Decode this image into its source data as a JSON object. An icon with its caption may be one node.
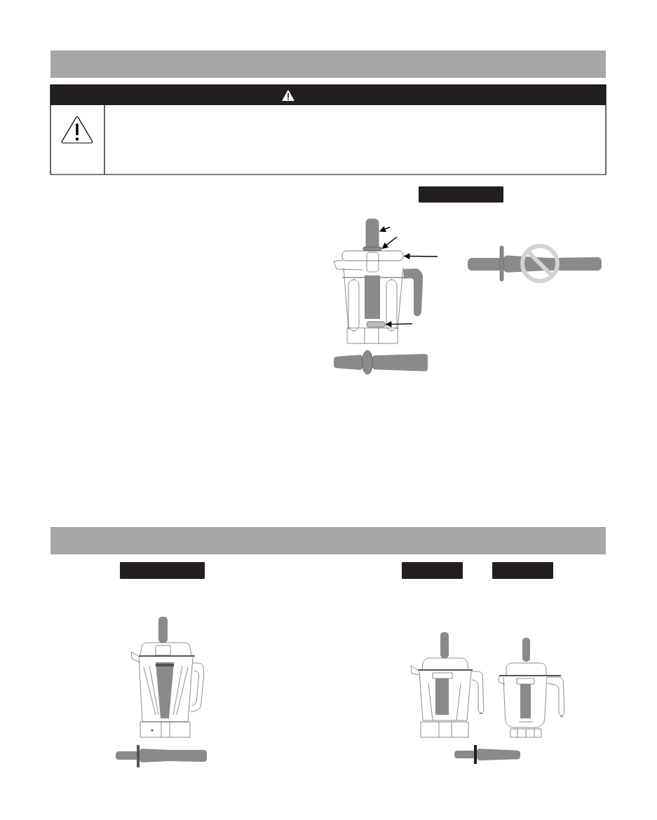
{
  "diagram": {
    "nodes": [
      {
        "text": [],
        "shape": "bar"
      },
      {
        "text": [],
        "shape": "box"
      },
      {
        "text": [],
        "shape": "box"
      },
      {
        "text": [],
        "shape": "box"
      },
      {
        "text": [],
        "shape": "box"
      },
      {
        "text": [],
        "shape": "box"
      },
      {
        "text": [],
        "shape": "bar"
      },
      {
        "text": [],
        "shape": "box"
      },
      {
        "text": [],
        "shape": "box"
      },
      {
        "text": [],
        "shape": "box"
      }
    ],
    "edges": [
      {
        "from": null,
        "to": 2,
        "arrow": "to"
      },
      {
        "from": null,
        "to": 3,
        "arrow": "to"
      },
      {
        "from": null,
        "to": 4,
        "arrow": "to"
      },
      {
        "from": null,
        "to": 5,
        "arrow": "to"
      }
    ]
  }
}
